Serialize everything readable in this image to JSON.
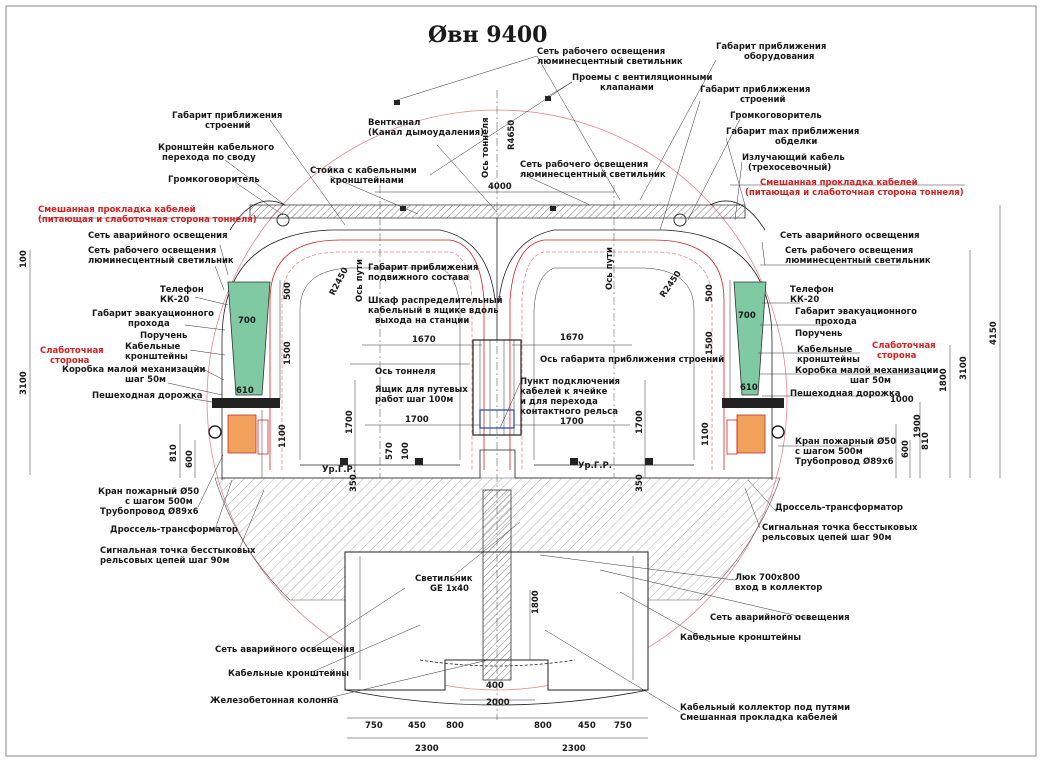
{
  "title": "Øвн 9400",
  "labels": {
    "l1": "Сеть рабочего освещения",
    "l1b": "люминесцентный светильник",
    "l2": "Габарит приближения",
    "l2b": "оборудования",
    "l3": "Проемы с вентиляционными",
    "l3b": "клапанами",
    "l4": "Габарит приближения",
    "l4b": "строений",
    "l5": "Громкоговоритель",
    "l6": "Габарит max приближения",
    "l6b": "обделки",
    "l7": "Излучающий кабель",
    "l7b": "(трехосевочный)",
    "l8": "Смешанная прокладка кабелей",
    "l8b": "(питающая и слаботочная сторона тоннеля)",
    "l9": "Сеть аварийного освещения",
    "l10": "Сеть рабочего освещения",
    "l10b": "люминесцентный светильник",
    "l11": "Телефон",
    "l11b": "КК-20",
    "l12": "Габарит эвакуационного",
    "l12b": "прохода",
    "l13": "Поручень",
    "l14": "Кабельные",
    "l14b": "кронштейны",
    "l15": "Слаботочная",
    "l15b": "сторона",
    "l16": "Коробка малой механизации",
    "l16b": "шаг 50м",
    "l17": "Пешеходная дорожка",
    "l18": "Кран пожарный Ø50",
    "l18b": "с шагом 500м",
    "l18c": "Трубопровод Ø89х6",
    "l19": "Дроссель-трансформатор",
    "l20": "Сигнальная точка бесстыковых",
    "l20b": "рельсовых цепей   шаг 90м",
    "l21": "Люк 700х800",
    "l21b": "вход в коллектор",
    "l22": "Сеть аварийного освещения",
    "l23": "Кабельные кронштейны",
    "l24": "Кабельный коллектор под путями",
    "l24b": "Смешанная прокладка кабелей",
    "l25": "Железобетонная колонна",
    "l26": "Светильник",
    "l26b": "GE 1х40",
    "l27": "Габарит приближения",
    "l27b": "строений",
    "l28": "Кронштейн кабельного",
    "l28b": "перехода по своду",
    "l29": "Громкоговоритель",
    "l30": "Смешанная прокладка кабелей",
    "l30b": "(питающая и слаботочная сторона тоннеля)",
    "l31": "Сеть аварийного освещения",
    "l32": "Сеть рабочего освещения",
    "l32b": "люминесцентный светильник",
    "l33": "Телефон",
    "l33b": "КК-20",
    "l34": "Габарит эвакуационного",
    "l34b": "прохода",
    "l35": "Поручень",
    "l36": "Слаботочная",
    "l36b": "сторона",
    "l37": "Кабельные",
    "l37b": "кронштейны",
    "l38": "Коробка малой механизации",
    "l38b": "шаг 50м",
    "l39": "Пешеходная дорожка",
    "l40": "Кран пожарный Ø50",
    "l40b": "с шагом 500м",
    "l40c": "Трубопровод Ø89х6",
    "l41": "Дроссель-трансформатор",
    "l42": "Сигнальная точка бесстыковых",
    "l42b": "рельсовых цепей   шаг 90м",
    "l43": "Вентканал",
    "l43b": "(Канал дымоудаления)",
    "l44": "Стойка с кабельными",
    "l44b": "кронштейнами",
    "l45": "Сеть рабочего освещения",
    "l45b": "люминесцентный светильник",
    "l46": "Габарит приближения",
    "l46b": "подвижного состава",
    "l47": "Шкаф распределительный",
    "l47b": "кабельный в ящике вдоль",
    "l47c": "выхода на станции",
    "l48": "Ось габарита приближения строений",
    "l49": "Ось тоннеля",
    "l50": "Ящик для путевых",
    "l50b": "работ шаг 100м",
    "l51": "Пункт подключения",
    "l51b": "кабелей к ячейке",
    "l51c": "и для перехода",
    "l51d": "контактного рельса",
    "l52": "Ур.Г.Р.",
    "l53": "Ур.Г.Р.",
    "l54": "Ось пути",
    "l55": "Ось пути",
    "l56": "Ось тоннеля"
  },
  "dims": {
    "d4000": "4000",
    "dR4650": "R4650",
    "dR2450a": "R2450",
    "dR2450b": "R2450",
    "d1670a": "1670",
    "d1670b": "1670",
    "d1700a": "1700",
    "d1700b": "1700",
    "d1700c": "1700",
    "d1700d": "1700",
    "d700a": "700",
    "d700b": "700",
    "d610a": "610",
    "d610b": "610",
    "d3100a": "3100",
    "d3100b": "3100",
    "d100": "100",
    "d4150": "4150",
    "d500a": "500",
    "d500b": "500",
    "d1500a": "1500",
    "d1500b": "1500",
    "d1100a": "1100",
    "d1100b": "1100",
    "d1800": "1800",
    "d810a": "810",
    "d810b": "810",
    "d600a": "600",
    "d600b": "600",
    "d570": "570",
    "d100b": "100",
    "d350a": "350",
    "d350b": "350",
    "d1800b": "1800",
    "d400": "400",
    "d2000": "2000",
    "d750a": "750",
    "d450a": "450",
    "d800a": "800",
    "d800b": "800",
    "d450b": "450",
    "d750b": "750",
    "d2300a": "2300",
    "d2300b": "2300",
    "d1900": "1900",
    "d1000": "1000"
  }
}
